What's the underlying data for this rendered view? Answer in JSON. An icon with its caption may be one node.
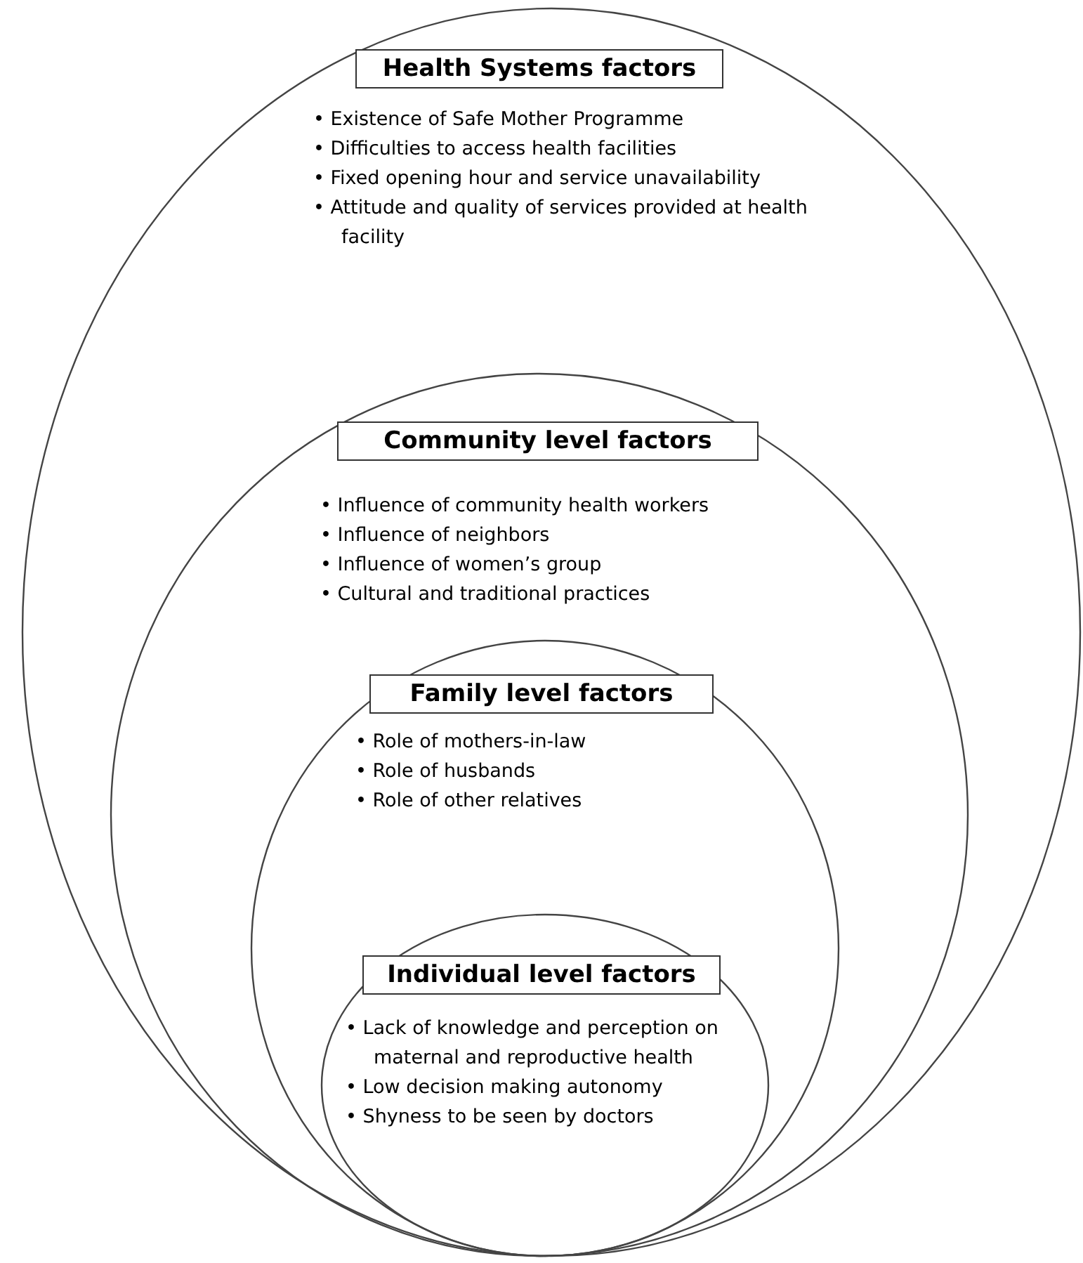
{
  "diagram": {
    "nodes": [
      {
        "text": [
          "Health Systems factors",
          "• Existence of Safe Mother Programme",
          "• Difficulties to access health facilities",
          "• Fixed opening hour and service unavailability",
          "• Attitude and quality of services provided at health facility"
        ]
      },
      {
        "text": [
          "Community level factors",
          "• Influence of community health workers",
          "• Influence of neighbors",
          "• Influence of women’s group",
          "• Cultural and traditional practices"
        ],
        "in": 0
      },
      {
        "text": [
          "Family level factors",
          "• Role of mothers-in-law",
          "• Role of husbands",
          "• Role of other relatives"
        ],
        "in": 1
      },
      {
        "text": [
          "Individual level factors",
          "• Lack of knowledge and perception on maternal and reproductive health",
          "• Low decision making autonomy",
          "• Shyness to be seen by doctors"
        ],
        "in": 2
      }
    ],
    "edges": []
  }
}
